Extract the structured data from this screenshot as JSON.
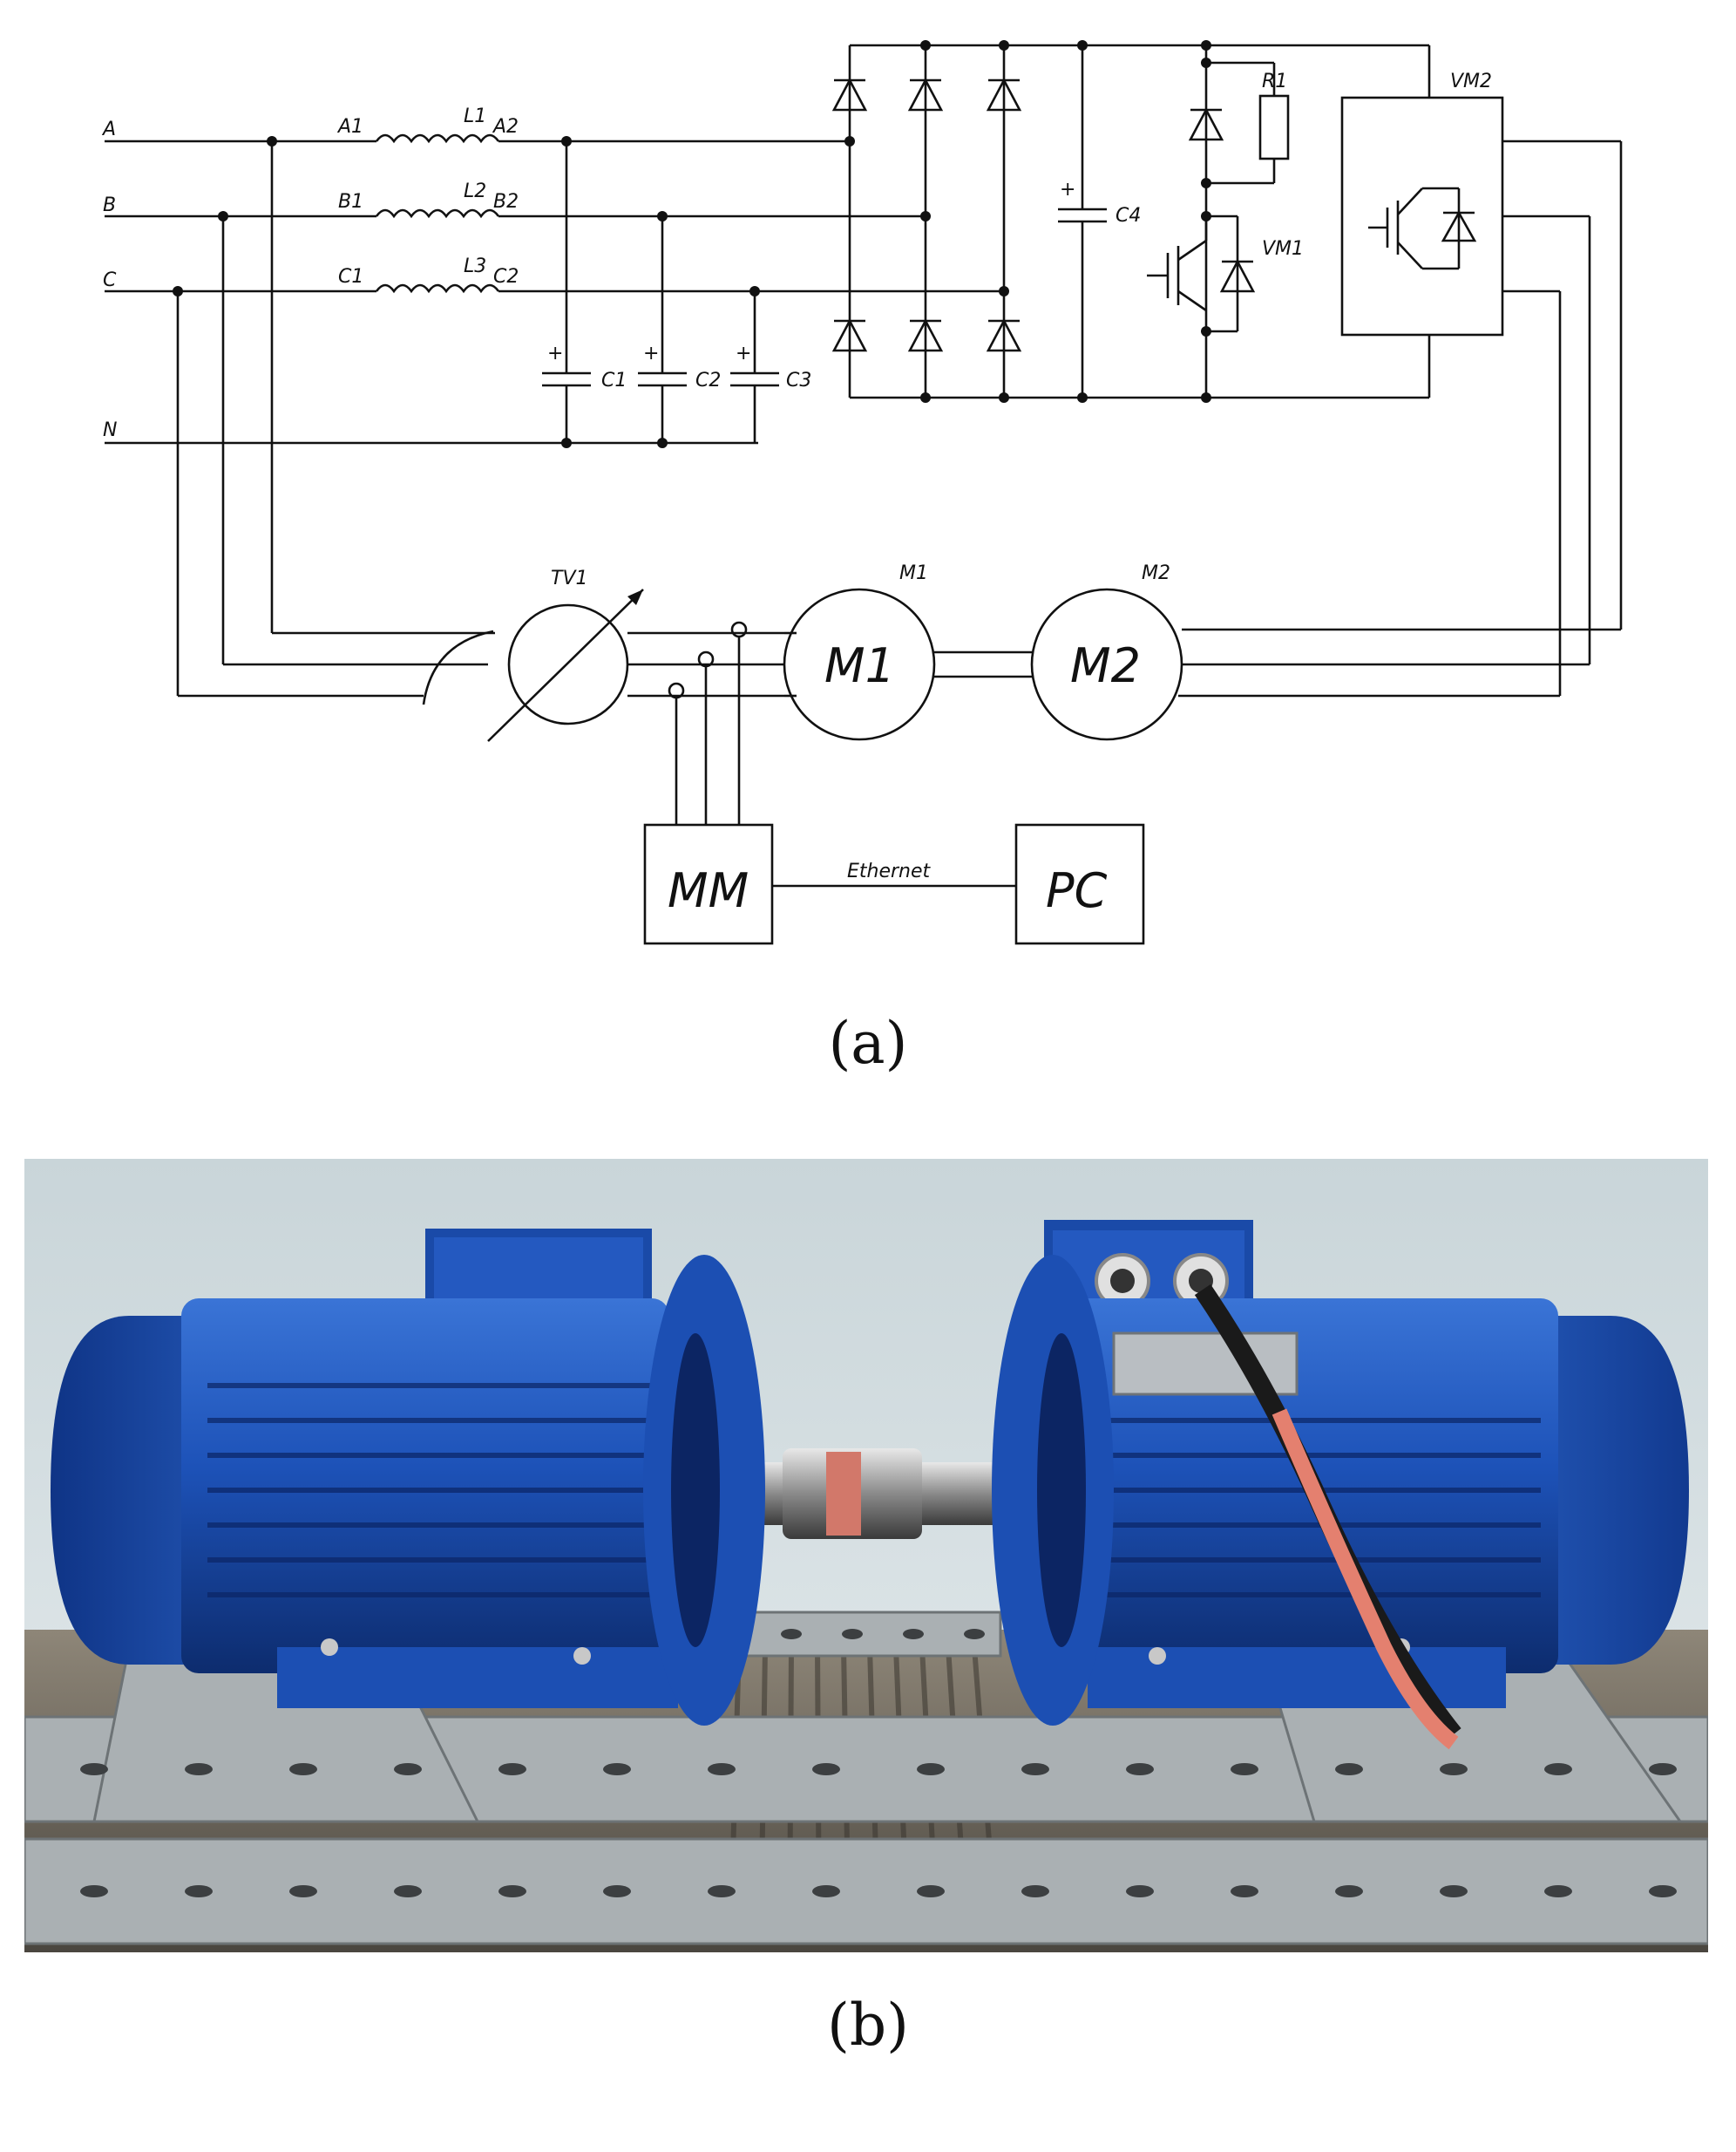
{
  "captions": {
    "a": "(a)",
    "b": "(b)"
  },
  "schematic": {
    "phases": [
      "A",
      "B",
      "C",
      "N"
    ],
    "inductor_terms": {
      "L1": [
        "A1",
        "A2"
      ],
      "L2": [
        "B1",
        "B2"
      ],
      "L3": [
        "C1",
        "C2"
      ]
    },
    "inductors": [
      "L1",
      "L2",
      "L3"
    ],
    "capacitors": [
      "C1",
      "C2",
      "C3",
      "C4"
    ],
    "resistor": "R1",
    "transistor": "VM1",
    "inverter": "VM2",
    "autotransformer": "TV1",
    "motors": [
      "M1",
      "M2"
    ],
    "motor_labels": [
      "M1",
      "M2"
    ],
    "meter": "MM",
    "pc": "PC",
    "link": "Ethernet",
    "plus": "+"
  },
  "photo": {
    "colors": {
      "motor": "#1d52b8",
      "wall": "#d8e2e5",
      "rack": "#a9aeb0",
      "cable": "#e4806f"
    }
  }
}
